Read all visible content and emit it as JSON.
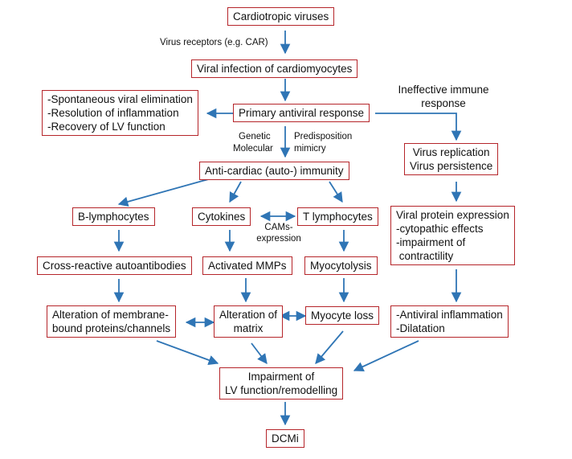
{
  "colors": {
    "box_border": "#b5252a",
    "arrow": "#2f75b5"
  },
  "nodes": {
    "cardiotropic_viruses": "Cardiotropic viruses",
    "viral_infection": "Viral infection of cardiomyocytes",
    "primary_antiviral_response": "Primary antiviral response",
    "recovery": [
      "-Spontaneous viral elimination",
      "-Resolution of inflammation",
      "-Recovery of LV function"
    ],
    "anti_cardiac_immunity": "Anti-cardiac (auto-) immunity",
    "virus_replication": [
      "Virus replication",
      "Virus persistence"
    ],
    "b_lymphocytes": "B-lymphocytes",
    "cytokines": "Cytokines",
    "t_lymphocytes": "T lymphocytes",
    "viral_protein_expression": [
      "Viral protein expression",
      "-cytopathic effects",
      "-impairment of",
      " contractility"
    ],
    "cross_reactive_autoantibodies": "Cross-reactive autoantibodies",
    "activated_mmps": "Activated MMPs",
    "myocytolysis": "Myocytolysis",
    "alteration_membrane": [
      "Alteration of membrane-",
      "bound proteins/channels"
    ],
    "alteration_matrix": [
      "Alteration of",
      "matrix"
    ],
    "myocyte_loss": "Myocyte loss",
    "antiviral_inflammation": [
      "-Antiviral inflammation",
      "-Dilatation"
    ],
    "impairment_lv": [
      "Impairment of",
      "LV function/remodelling"
    ],
    "dcmi": "DCMi"
  },
  "labels": {
    "virus_receptors": "Virus receptors (e.g. CAR)",
    "ineffective_immune": [
      "Ineffective immune",
      "response"
    ],
    "genetic": "Genetic",
    "molecular": "Molecular",
    "predisposition": "Predisposition",
    "mimicry": "mimicry",
    "cams_expression": [
      "CAMs-",
      "expression"
    ]
  }
}
